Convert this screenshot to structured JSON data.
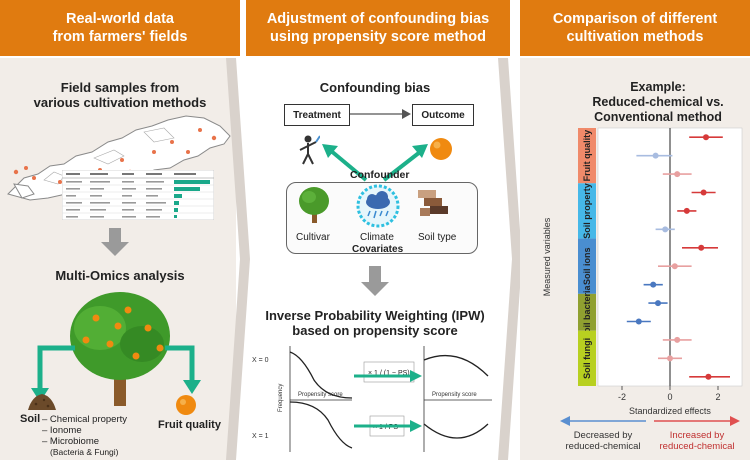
{
  "headers": {
    "left": [
      "Real-world data",
      "from farmers' fields"
    ],
    "middle": [
      "Adjustment of confounding bias",
      "using propensity score method"
    ],
    "right": [
      "Comparison of different",
      "cultivation methods"
    ]
  },
  "left": {
    "field_title": [
      "Field samples from",
      "various cultivation methods"
    ],
    "multiomics_title": "Multi-Omics analysis",
    "soil_label": "Soil",
    "soil_items": [
      "– Chemical property",
      "– Ionome",
      "– Microbiome",
      "(Bacteria & Fungi)"
    ],
    "fruit_label": "Fruit quality"
  },
  "middle": {
    "confounding_title": "Confounding bias",
    "treatment": "Treatment",
    "outcome": "Outcome",
    "confounder": "Confounder",
    "cultivar": "Cultivar",
    "climate": "Climate",
    "soil_type": "Soil type",
    "covariates": "Covariates",
    "ipw_title": [
      "Inverse Probability Weighting (IPW)",
      "based on propensity score"
    ],
    "x0": "X = 0",
    "x1": "X = 1",
    "frequency": "Frequency",
    "propensity_score": "Propensity score",
    "weight_top": "× 1 / (1 − PS)",
    "weight_bottom": "× 1 / PS"
  },
  "right": {
    "example_title": [
      "Example:",
      "Reduced-chemical vs.",
      "Conventional method"
    ],
    "y_axis_label": "Measured variables",
    "x_axis_label": "Standardized effects",
    "decreased": [
      "Decreased by",
      "reduced-chemical"
    ],
    "increased": [
      "Increased by",
      "reduced-chemical"
    ],
    "colors": {
      "decrease": "#5a8fd0",
      "increase": "#d04040"
    }
  },
  "chart_data": {
    "type": "scatter",
    "xlabel": "Standardized effects",
    "ylabel": "Measured variables",
    "xlim": [
      -3,
      3
    ],
    "xticks": [
      "-2",
      "0",
      "2"
    ],
    "groups": [
      {
        "name": "Fruit quality",
        "color": "#f08a6a",
        "points": [
          {
            "x": 1.5,
            "lo": 0.8,
            "hi": 2.2
          },
          {
            "x": -0.6,
            "lo": -1.4,
            "hi": 0.1
          },
          {
            "x": 0.3,
            "lo": -0.3,
            "hi": 0.9
          }
        ]
      },
      {
        "name": "Soil property",
        "color": "#46b8e8",
        "points": [
          {
            "x": 1.4,
            "lo": 0.9,
            "hi": 1.9
          },
          {
            "x": 0.7,
            "lo": 0.3,
            "hi": 1.1
          },
          {
            "x": -0.2,
            "lo": -0.6,
            "hi": 0.2
          }
        ]
      },
      {
        "name": "Soil ions",
        "color": "#4a8ed0",
        "points": [
          {
            "x": 1.3,
            "lo": 0.5,
            "hi": 2.0
          },
          {
            "x": 0.2,
            "lo": -0.5,
            "hi": 0.9
          },
          {
            "x": -0.7,
            "lo": -1.1,
            "hi": -0.3
          }
        ]
      },
      {
        "name": "Soil bacteria",
        "color": "#90a030",
        "points": [
          {
            "x": -0.5,
            "lo": -0.9,
            "hi": -0.1
          },
          {
            "x": -1.3,
            "lo": -1.8,
            "hi": -0.8
          }
        ]
      },
      {
        "name": "Soil fungi",
        "color": "#b8d020",
        "points": [
          {
            "x": 0.3,
            "lo": -0.3,
            "hi": 0.9
          },
          {
            "x": 0.0,
            "lo": -0.5,
            "hi": 0.5
          },
          {
            "x": 1.6,
            "lo": 0.8,
            "hi": 2.5
          }
        ]
      }
    ]
  }
}
